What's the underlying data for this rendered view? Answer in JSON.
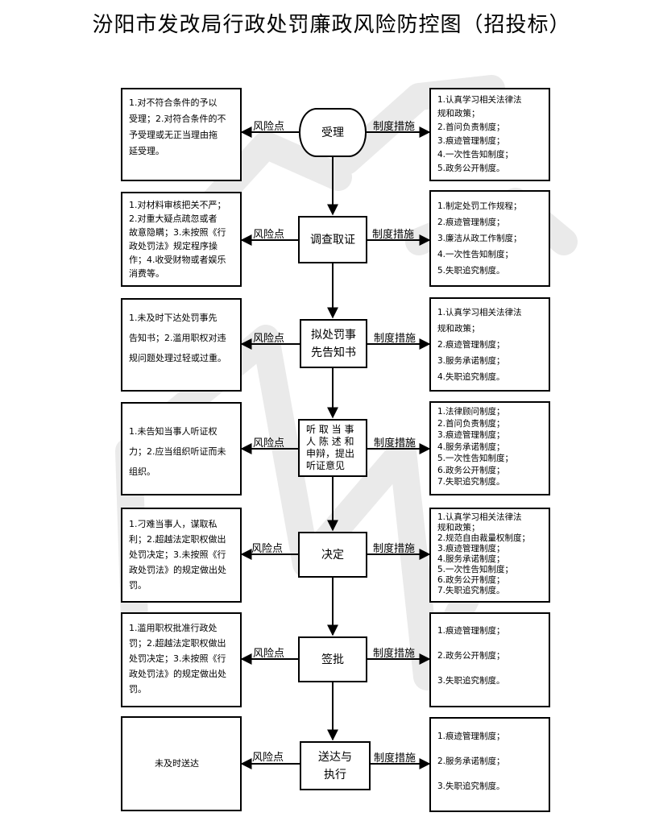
{
  "title": "汾阳市发改局行政处罚廉政风险防控图（招投标）",
  "watermark_text": "WPS",
  "edge_labels": {
    "risk": "风险点",
    "measures": "制度措施"
  },
  "steps": [
    {
      "name": "受理",
      "risks": [
        "1.对不符合条件的予以",
        "受理；2.对符合条件的不",
        "予受理或无正当理由拖",
        "延受理。"
      ],
      "measures": [
        "1.认真学习相关法律法",
        "规和政策；",
        "2.首问负责制度；",
        "3.痕迹管理制度；",
        "4.一次性告知制度；",
        "5.政务公开制度。"
      ]
    },
    {
      "name": "调查取证",
      "risks": [
        "1.对材料审核把关不严；",
        "2.对重大疑点疏忽或者",
        "故意隐瞒；3.未按照《行",
        "政处罚法》规定程序操",
        "作；4.收受财物或者娱乐",
        "消费等。"
      ],
      "measures": [
        "1.制定处罚工作规程；",
        "2.痕迹管理制度；",
        "3.廉洁从政工作制度；",
        "4.一次性告知制度；",
        "5.失职追究制度。"
      ]
    },
    {
      "name": "拟处罚事先告知书",
      "name_lines": [
        "拟处罚事",
        "先告知书"
      ],
      "risks": [
        "1.未及时下达处罚事先",
        "告知书；2.滥用职权对违",
        "规问题处理过轻或过重。"
      ],
      "measures": [
        "1.认真学习相关法律法",
        "规和政策；",
        "2.痕迹管理制度；",
        "3.服务承诺制度；",
        "4.失职追究制度。"
      ]
    },
    {
      "name": "听取当事人陈述和申辩，提出听证意见",
      "name_lines": [
        "听 取 当 事",
        "人 陈 述 和",
        "申辩，提出",
        "听证意见"
      ],
      "risks": [
        "1.未告知当事人听证权",
        "力；2.应当组织听证而未",
        "组织。"
      ],
      "measures": [
        "1.法律顾问制度；",
        "2.首问负责制度；",
        "3.痕迹管理制度；",
        "4.服务承诺制度；",
        "5.一次性告知制度；",
        "6.政务公开制度；",
        "7.失职追究制度。"
      ]
    },
    {
      "name": "决定",
      "risks": [
        "1.刁难当事人，谋取私",
        "利；2.超越法定职权做出",
        "处罚决定；3.未按照《行",
        "政处罚法》的规定做出处",
        "罚。"
      ],
      "measures": [
        "1.认真学习相关法律法",
        "规和政策；",
        "2.规范自由裁量权制度；",
        "3.痕迹管理制度；",
        "4.服务承诺制度；",
        "5.一次性告知制度；",
        "6.政务公开制度；",
        "7.失职追究制度。"
      ]
    },
    {
      "name": "签批",
      "risks": [
        "1.滥用职权批准行政处",
        "罚；2.超越法定职权做出",
        "处罚决定；3.未按照《行",
        "政处罚法》的规定做出处",
        "罚。"
      ],
      "measures": [
        "1.痕迹管理制度；",
        "2.政务公开制度；",
        "3.失职追究制度。"
      ]
    },
    {
      "name": "送达与执行",
      "name_lines": [
        "送达与",
        "执行"
      ],
      "risks": [
        "未及时送达"
      ],
      "measures": [
        "1.痕迹管理制度；",
        "2.服务承诺制度；",
        "3.失职追究制度。"
      ]
    }
  ]
}
